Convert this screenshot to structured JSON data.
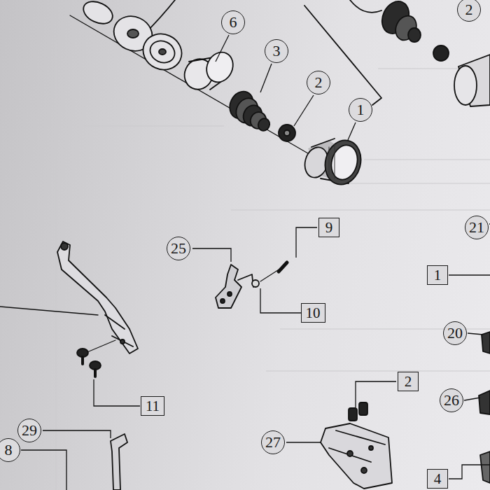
{
  "diagram": {
    "nodes": [
      {
        "text": [
          "6"
        ]
      },
      {
        "text": [
          "2"
        ]
      },
      {
        "text": [
          "3"
        ]
      },
      {
        "text": [
          "2"
        ]
      },
      {
        "text": [
          "1"
        ]
      },
      {
        "text": [
          "9"
        ]
      },
      {
        "text": [
          "21"
        ]
      },
      {
        "text": [
          "25"
        ]
      },
      {
        "text": [
          "1"
        ]
      },
      {
        "text": [
          "10"
        ]
      },
      {
        "text": [
          "20"
        ]
      },
      {
        "text": [
          "2"
        ]
      },
      {
        "text": [
          "26"
        ]
      },
      {
        "text": [
          "11"
        ]
      },
      {
        "text": [
          "29"
        ]
      },
      {
        "text": [
          "8"
        ]
      },
      {
        "text": [
          "27"
        ]
      },
      {
        "text": [
          "4"
        ]
      }
    ]
  }
}
